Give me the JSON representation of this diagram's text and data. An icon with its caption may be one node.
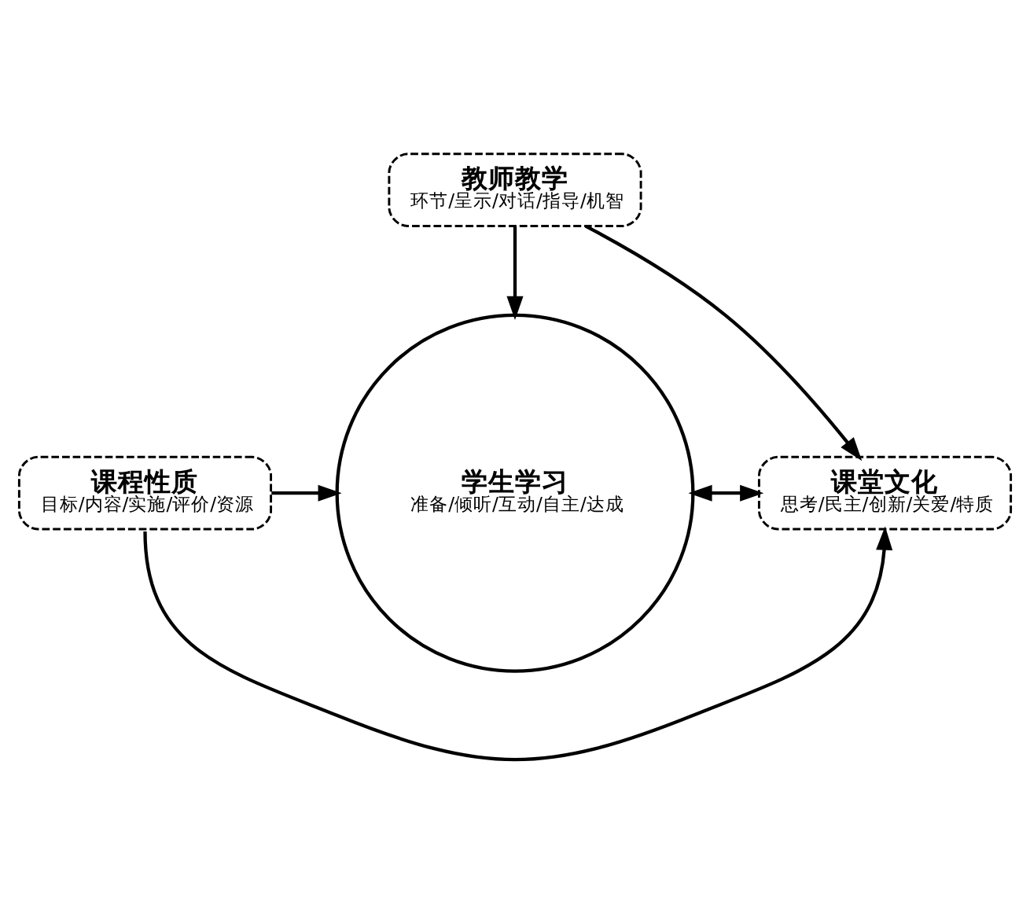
{
  "diagram": {
    "nodes": [
      {
        "text": [
          "教师教学",
          "环节/呈示/对话/指导/机智"
        ]
      },
      {
        "text": [
          "课程性质",
          "目标/内容/实施/评价/资源"
        ]
      },
      {
        "text": [
          "学生学习",
          "准备/倾听/互动/自主/达成"
        ]
      },
      {
        "text": [
          "课堂文化",
          "思考/民主/创新/关爱/特质"
        ]
      }
    ],
    "edges": [
      {
        "from": 0,
        "to": 2,
        "arrow": "to"
      },
      {
        "from": 0,
        "to": 3,
        "arrow": "to"
      },
      {
        "from": 1,
        "to": 2,
        "arrow": "to"
      },
      {
        "from": 2,
        "to": 3,
        "arrow": "both"
      },
      {
        "from": 1,
        "to": 3,
        "arrow": "to"
      }
    ]
  }
}
